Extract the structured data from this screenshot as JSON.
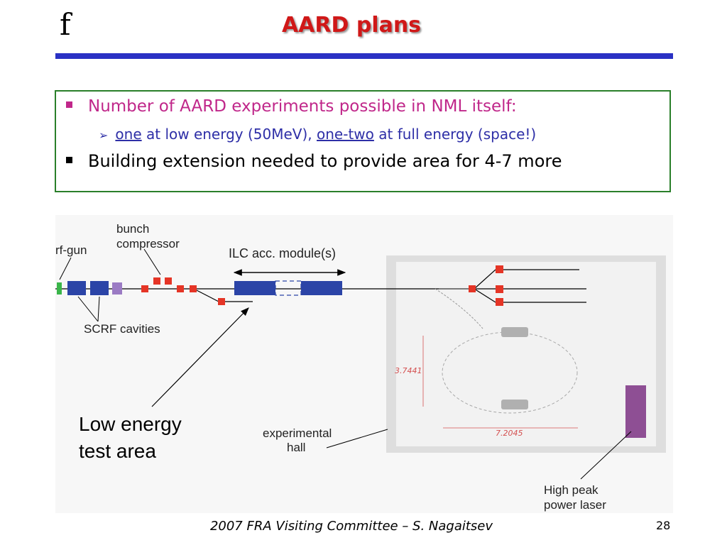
{
  "header": {
    "logo": "f",
    "title": "AARD plans"
  },
  "bullets": {
    "b1": "Number of AARD experiments possible in NML itself:",
    "b2": {
      "one": "one",
      "part1": " at low energy (50MeV),  ",
      "one_two": "one-two",
      "part2": " at full energy (space!)"
    },
    "b3": "Building extension needed to provide area for 4-7 more"
  },
  "diagram": {
    "labels": {
      "rf_gun": "rf-gun",
      "bunch": "bunch",
      "compressor": "compressor",
      "ilc": "ILC acc. module(s)",
      "scrf": "SCRF cavities",
      "low_energy_1": "Low energy",
      "low_energy_2": "test area",
      "exp_hall_1": "experimental",
      "exp_hall_2": "hall",
      "laser_1": "High peak",
      "laser_2": "power laser",
      "dim_vertical": "3.7441",
      "dim_horizontal": "7.2045"
    },
    "colors": {
      "cavity_blue": "#2b44a7",
      "magnet_red": "#e53526",
      "gun_green": "#3ab54a",
      "purple": "#9b7bc4",
      "laser_purple": "#8e4f94",
      "hall_gray": "#dedede",
      "dimension_red": "#d45050"
    }
  },
  "footer": {
    "text": "2007 FRA Visiting Committee – S. Nagaitsev",
    "page": "28"
  }
}
